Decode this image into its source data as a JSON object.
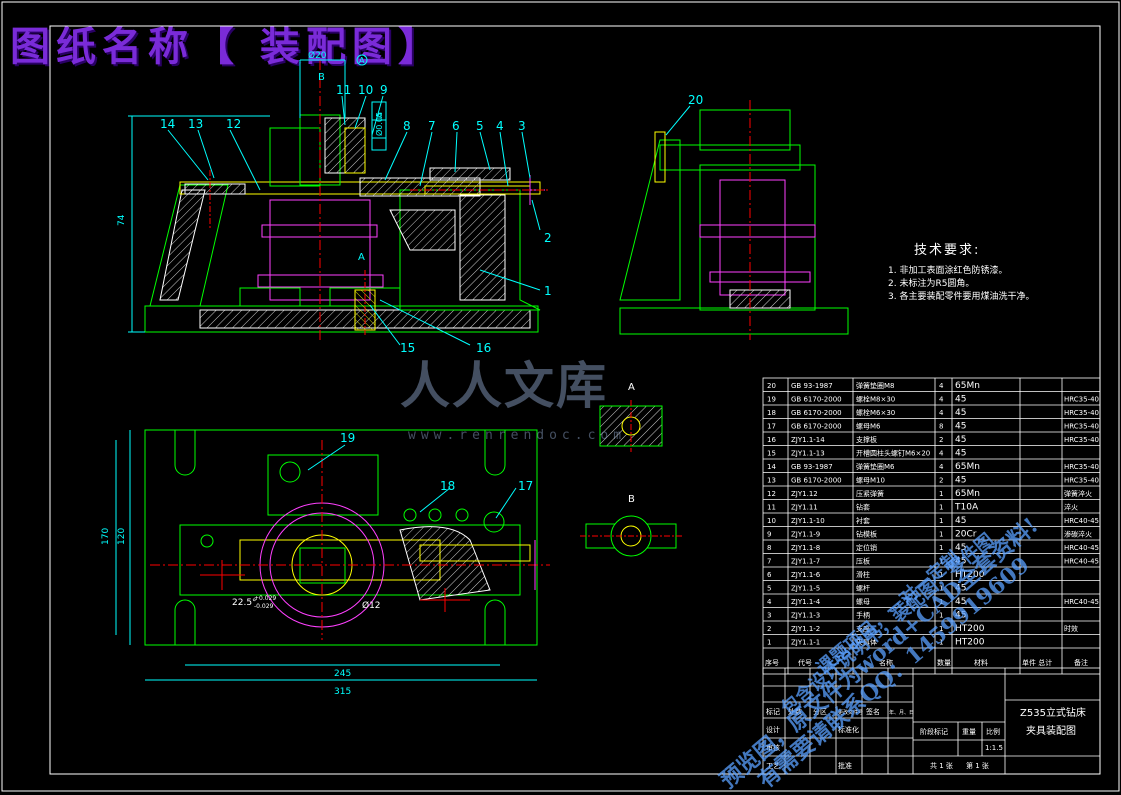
{
  "title_banner": "图纸名称【 装配图】",
  "dimensions": {
    "top_width": "Ø20",
    "view_b_marker": "B",
    "view_a_marker": "A",
    "height_74": "74",
    "tolerance": "Ø0.05",
    "datum_a": "A",
    "width_170": "170",
    "width_120": "120",
    "width_245": "245",
    "width_315": "315",
    "angle_dim": "22.5°",
    "angle_tol_upper": "+0.029",
    "angle_tol_lower": "-0.029",
    "bore_dim": "Ø12"
  },
  "part_numbers_main": [
    "14",
    "13",
    "12",
    "11",
    "10",
    "9",
    "8",
    "7",
    "6",
    "5",
    "4",
    "3",
    "2",
    "1",
    "15",
    "16"
  ],
  "part_numbers_side": [
    "20"
  ],
  "part_numbers_plan": [
    "19",
    "18",
    "17"
  ],
  "section_labels": {
    "a": "A",
    "b": "B",
    "a_arrow": "A"
  },
  "tech_requirements": {
    "heading": "技术要求:",
    "items": [
      "1. 非加工表面涂红色防锈漆。",
      "2. 未标注为R5圆角。",
      "3. 各主要装配零件要用煤油洗干净。"
    ]
  },
  "bom_rows": [
    [
      "20",
      "GB 93-1987",
      "弹簧垫圈M8",
      "4",
      "65Mn",
      ""
    ],
    [
      "19",
      "GB 6170-2000",
      "螺栓M8×30",
      "4",
      "45",
      "HRC35-40"
    ],
    [
      "18",
      "GB 6170-2000",
      "螺栓M6×30",
      "4",
      "45",
      "HRC35-40"
    ],
    [
      "17",
      "GB 6170-2000",
      "螺母M6",
      "8",
      "45",
      "HRC35-40"
    ],
    [
      "16",
      "ZJY1.1-14",
      "支撑板",
      "2",
      "45",
      "HRC35-40"
    ],
    [
      "15",
      "ZJY1.1-13",
      "开槽圆柱头螺钉M6×20",
      "4",
      "45",
      ""
    ],
    [
      "14",
      "GB 93-1987",
      "弹簧垫圈M6",
      "4",
      "65Mn",
      "HRC35-40"
    ],
    [
      "13",
      "GB 6170-2000",
      "螺母M10",
      "2",
      "45",
      "HRC35-40"
    ],
    [
      "12",
      "ZJY1.12",
      "压紧弹簧",
      "1",
      "65Mn",
      "弹簧淬火"
    ],
    [
      "11",
      "ZJY1.11",
      "钻套",
      "1",
      "T10A",
      "淬火"
    ],
    [
      "10",
      "ZJY1.1-10",
      "衬套",
      "1",
      "45",
      "HRC40-45"
    ],
    [
      "9",
      "ZJY1.1-9",
      "钻模板",
      "1",
      "20Cr",
      "渗碳淬火"
    ],
    [
      "8",
      "ZJY1.1-8",
      "定位销",
      "1",
      "45",
      "HRC40-45"
    ],
    [
      "7",
      "ZJY1.1-7",
      "压板",
      "1",
      "45",
      "HRC40-45"
    ],
    [
      "6",
      "ZJY1.1-6",
      "滑柱",
      "1",
      "HT200",
      ""
    ],
    [
      "5",
      "ZJY1.1-5",
      "螺杆",
      "1",
      "45",
      ""
    ],
    [
      "4",
      "ZJY1.1-4",
      "螺母",
      "1",
      "45",
      "HRC40-45"
    ],
    [
      "3",
      "ZJY1.1-3",
      "手柄",
      "1",
      "45",
      ""
    ],
    [
      "2",
      "ZJY1.1-2",
      "支座",
      "1",
      "HT200",
      "时效"
    ],
    [
      "1",
      "ZJY1.1-1",
      "夹具体",
      "1",
      "HT200",
      ""
    ]
  ],
  "bom_header": [
    "序号",
    "代号",
    "名称",
    "数量",
    "材料",
    "单件 总计",
    "备注"
  ],
  "title_block": {
    "drawing_title_1": "Z535立式钻床",
    "drawing_title_2": "夹具装配图",
    "scale_label": "比例",
    "scale": "1:1.5",
    "weight_label": "重量",
    "stage_label": "阶段标记",
    "sheet_total": "共 1 张",
    "sheet_no": "第 1 张",
    "revision_labels": [
      "标记",
      "处数",
      "分区",
      "更改文件号",
      "签名",
      "年、月、日"
    ],
    "designer_label": "设计",
    "standard_label": "标准化",
    "reviewer_label": "审核",
    "process_label": "工艺",
    "approve_label": "批准"
  },
  "watermarks": {
    "logo_text": "人人文库",
    "url": "www.renrendoc.com",
    "diag_1": "预览图，原文件为word+CAD全套资料!",
    "diag_2": "有需要请联系QQ：1459919609",
    "diag_3": "包含设计说明书，装配图，零件图",
    "diag_4": "课题项目，一对一定制"
  },
  "colors": {
    "bg": "#000000",
    "part": "#00ff00",
    "center": "#ff0000",
    "magenta": "#ff40ff",
    "yellow": "#ffff00",
    "cyan": "#00ffff",
    "hatch": "#ffffff",
    "white": "#ffffff",
    "banner": "#7a2bd8"
  }
}
